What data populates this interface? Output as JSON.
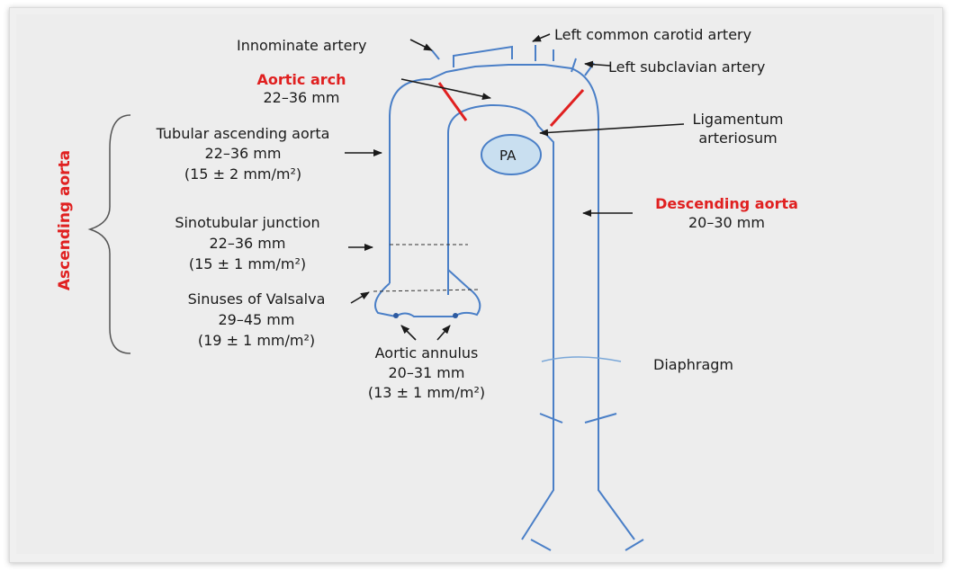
{
  "labels": {
    "innominate": "Innominate artery",
    "left_common_carotid": "Left common carotid artery",
    "left_subclavian": "Left subclavian artery",
    "aortic_arch_title": "Aortic arch",
    "aortic_arch_size": "22–36 mm",
    "ligamentum_line1": "Ligamentum",
    "ligamentum_line2": "arteriosum",
    "pa": "PA",
    "tubular_title": "Tubular ascending  aorta",
    "tubular_size": "22–36 mm",
    "tubular_index": "(15 ± 2 mm/m²)",
    "descending_title": "Descending  aorta",
    "descending_size": "20–30 mm",
    "sinotubular_title": "Sinotubular junction",
    "sinotubular_size": "22–36 mm",
    "sinotubular_index": "(15 ± 1 mm/m²)",
    "sinuses_title": "Sinuses of Valsalva",
    "sinuses_size": "29–45 mm",
    "sinuses_index": "(19 ± 1 mm/m²)",
    "annulus_title": "Aortic annulus",
    "annulus_size": "20–31 mm",
    "annulus_index": "(13 ± 1 mm/m²)",
    "diaphragm": "Diaphragm",
    "ascending_aorta": "Ascending aorta"
  },
  "colors": {
    "vessel": "#4a7fc7",
    "highlight_red": "#e02020",
    "pa_fill": "#c9dff0",
    "background": "#ededed"
  }
}
